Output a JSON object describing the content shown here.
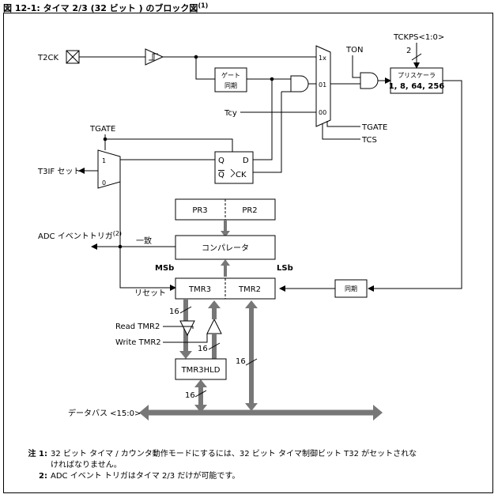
{
  "figure": {
    "title_prefix": "図 12-1:",
    "title_main": " タイマ 2/3 (32 ビット ) のブロック図",
    "title_note": "(1)"
  },
  "signals": {
    "t2ck": "T2CK",
    "ton": "TON",
    "tckps": "TCKPS<1:0>",
    "tckps_width": "2",
    "tcy": "Tcy",
    "tgate_top": "TGATE",
    "tgate_mux": "TGATE",
    "tcs": "TCS",
    "t3if": "T3IF セット",
    "adc": "ADC イベントトリガ",
    "adc_note": "(2)",
    "match": "一致",
    "reset": "リセット",
    "read_tmr2": "Read TMR2",
    "write_tmr2": "Write TMR2",
    "data_bus": "データバス <15:0>",
    "msb": "MSb",
    "lsb": "LSb"
  },
  "blocks": {
    "gate_sync_l1": "ゲート",
    "gate_sync_l2": "同期",
    "prescaler_l1": "プリスケーラ",
    "prescaler_l2": "1, 8, 64, 256",
    "pr3": "PR3",
    "pr2": "PR2",
    "comparator": "コンパレータ",
    "tmr3": "TMR3",
    "tmr2": "TMR2",
    "sync": "同期",
    "tmr3hld": "TMR3HLD"
  },
  "mux": {
    "in_1x": "1x",
    "in_01": "01",
    "in_00": "00",
    "tgate_1": "1",
    "tgate_0": "0"
  },
  "flipflop": {
    "q": "Q",
    "d": "D",
    "qbar": "Q",
    "ck": "CK"
  },
  "bus_widths": {
    "tmr3_bus": "16",
    "hld_read": "16",
    "tmr2_bus": "16",
    "hld_bus": "16"
  },
  "notes": [
    {
      "num": "注 1:",
      "text": "32 ビット タイマ / カウンタ動作モードにするには、32 ビット タイマ制御ビット T32 がセットされな",
      "cont": "ければなりません。"
    },
    {
      "num": "2:",
      "text": "ADC イベント トリガはタイマ 2/3 だけが可能です。",
      "cont": ""
    }
  ]
}
